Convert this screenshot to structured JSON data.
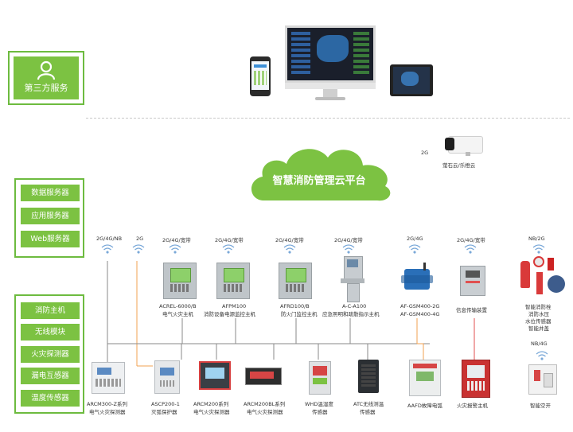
{
  "third_party": {
    "label": "第三方服务"
  },
  "cloud": {
    "label": "智慧消防管理云平台"
  },
  "camera": {
    "signal": "2G",
    "label": "萤石云/乐橙云"
  },
  "servers": [
    "数据服务器",
    "应用服务器",
    "Web服务器"
  ],
  "field_items": [
    "消防主机",
    "无线模块",
    "火灾探测器",
    "漏电互感器",
    "温度传感器"
  ],
  "top_devices": [
    {
      "signal": "2G/4G/NB",
      "l1": "",
      "l2": ""
    },
    {
      "signal": "2G",
      "l1": "",
      "l2": ""
    },
    {
      "signal": "2G/4G/宽带",
      "l1": "ACREL-6000/B",
      "l2": "电气火灾主机"
    },
    {
      "signal": "2G/4G/宽带",
      "l1": "AFPM100",
      "l2": "消防设备电源监控主机"
    },
    {
      "signal": "2G/4G/宽带",
      "l1": "AFRD100/B",
      "l2": "防火门监控主机"
    },
    {
      "signal": "2G/4G/宽带",
      "l1": "A-C-A100",
      "l2": "应急照明和疏散指示主机"
    },
    {
      "signal": "2G/4G",
      "l1": "AF-GSM400-2G",
      "l2": "AF-GSM400-4G"
    },
    {
      "signal": "2G/4G/宽带",
      "l1": "",
      "l2": "信息传输装置"
    },
    {
      "signal": "NB/2G",
      "l1": "智能消防栓",
      "l2": "消防水压",
      "l3": "水位传感器",
      "l4": "智能井盖"
    }
  ],
  "bottom_devices": [
    {
      "l1": "ARCM300-Z系列",
      "l2": "电气火灾探测器"
    },
    {
      "l1": "ASCP200-1",
      "l2": "灭弧保护器"
    },
    {
      "l1": "ARCM200系列",
      "l2": "电气火灾探测器"
    },
    {
      "l1": "ARCM200BL系列",
      "l2": "电气火灾探测器"
    },
    {
      "l1": "WHD温湿度",
      "l2": "传感器"
    },
    {
      "l1": "ATC无线测温",
      "l2": "传感器"
    },
    {
      "l1": "AAFD故障电弧",
      "l2": ""
    },
    {
      "l1": "火灾报警主机",
      "l2": ""
    },
    {
      "signal": "NB/4G",
      "l1": "智能空开",
      "l2": ""
    }
  ],
  "colors": {
    "green": "#7cc242",
    "green_border": "#6dbb3f",
    "line_gray": "#8a8a8a",
    "line_orange": "#f0a050",
    "line_red": "#e05050"
  }
}
